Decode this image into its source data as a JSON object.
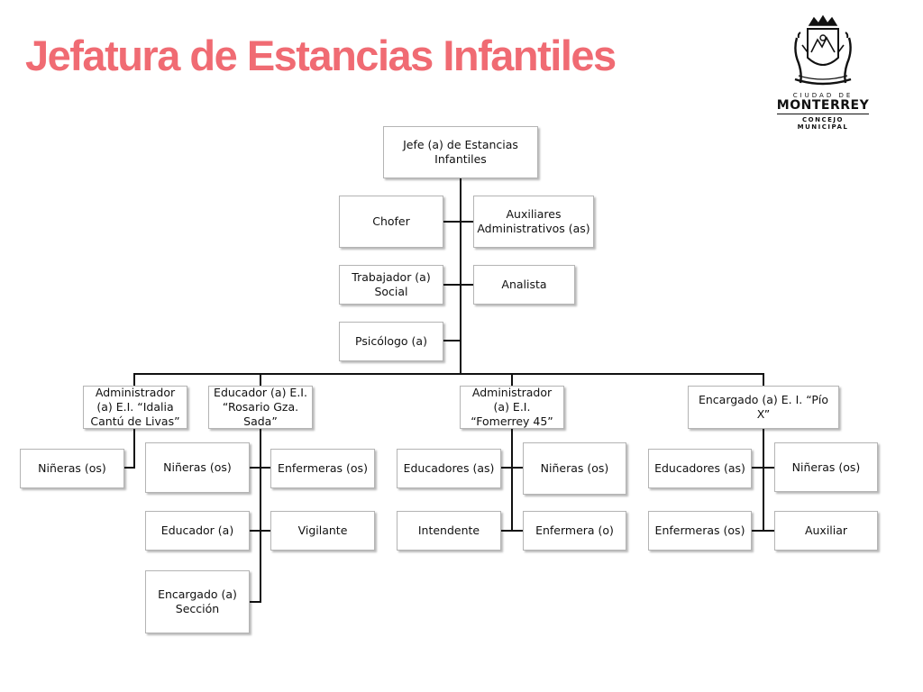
{
  "header": {
    "title": "Jefatura de Estancias Infantiles",
    "title_color": "#f06b73"
  },
  "logo": {
    "city_label": "CIUDAD DE",
    "name": "MONTERREY",
    "council": "CONCEJO MUNICIPAL",
    "emblem": "coat-of-arms-icon"
  },
  "org": {
    "head": "Jefe (a) de Estancias Infantiles",
    "staff": {
      "chofer": "Chofer",
      "auxiliares": "Auxiliares Administrativos (as)",
      "trabajador": "Trabajador (a) Social",
      "analista": "Analista",
      "psicologo": "Psicólogo (a)"
    },
    "units": {
      "idalia": {
        "title": "Administrador (a) E.I. “Idalia Cantú de Livas”",
        "children": {
          "nineras": "Niñeras (os)"
        }
      },
      "rosario": {
        "title": "Educador (a) E.I. “Rosario Gza. Sada”",
        "children": {
          "nineras": "Niñeras (os)",
          "enfermeras": "Enfermeras (os)",
          "educador": "Educador (a)",
          "vigilante": "Vigilante",
          "encargado": "Encargado (a) Sección"
        }
      },
      "fomerrey": {
        "title": "Administrador (a) E.I. “Fomerrey 45”",
        "children": {
          "educadores": "Educadores (as)",
          "nineras": "Niñeras (os)",
          "intendente": "Intendente",
          "enfermera": "Enfermera (o)"
        }
      },
      "piox": {
        "title": "Encargado (a) E. I. “Pío X”",
        "children": {
          "educadores": "Educadores (as)",
          "nineras": "Niñeras (os)",
          "enfermeras": "Enfermeras (os)",
          "auxiliar": "Auxiliar"
        }
      }
    }
  }
}
